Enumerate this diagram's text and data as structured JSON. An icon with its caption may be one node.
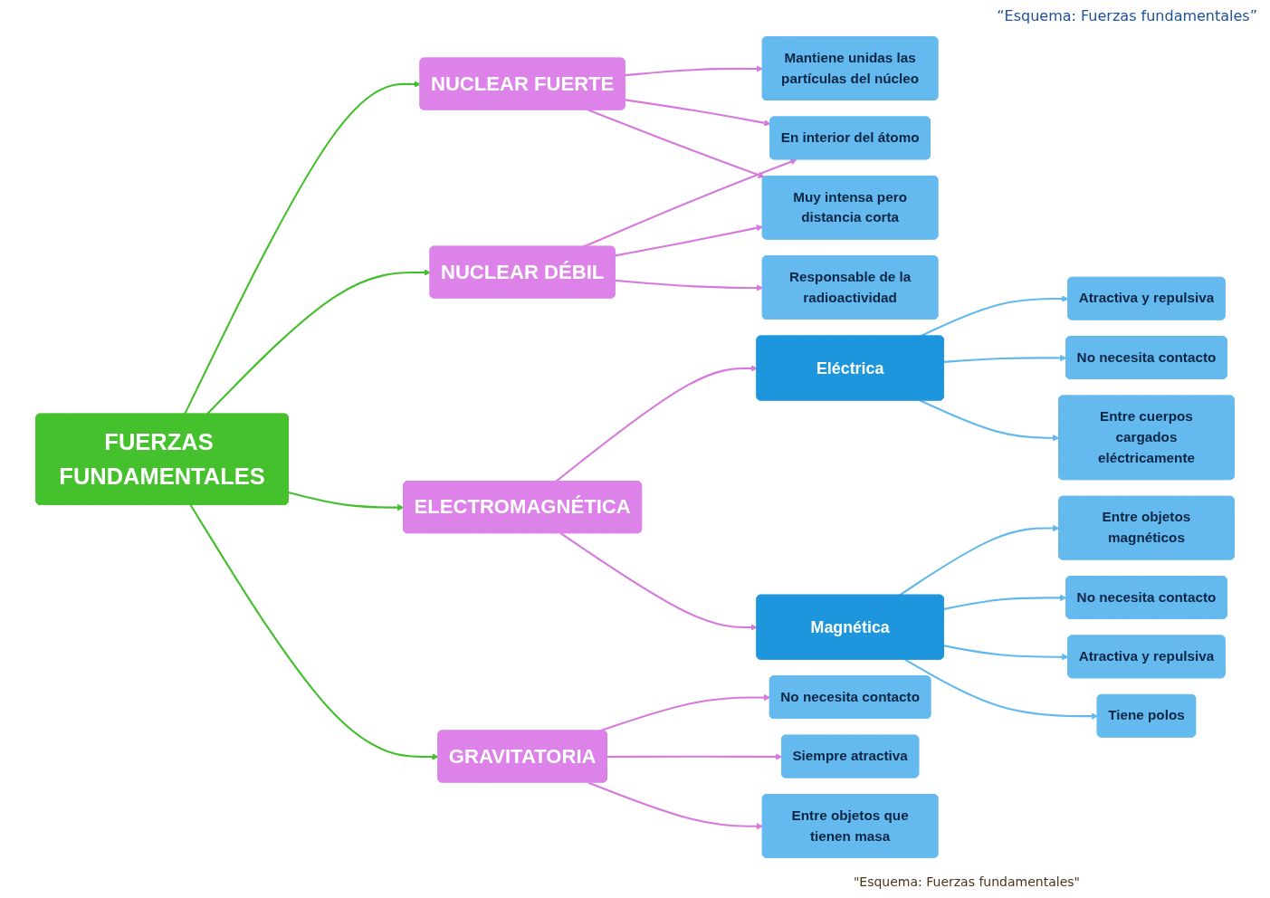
{
  "diagram": {
    "title": "“Esquema: Fuerzas fundamentales”",
    "caption": "\"Esquema: Fuerzas fundamentales\"",
    "nodes": [
      {
        "text": [
          "Mantiene unidas las partículas del núcleo"
        ]
      },
      {
        "text": [
          "En interior del átomo"
        ]
      },
      {
        "text": [
          "Responsable de la radioactividad"
        ]
      },
      {
        "text": [
          "Muy intensa pero distancia corta"
        ]
      },
      {
        "text": [
          "NUCLEAR FUERTE"
        ]
      },
      {
        "text": [
          "NUCLEAR DÉBIL"
        ]
      },
      {
        "text": [
          "FUERZAS FUNDAMENTALES"
        ]
      },
      {
        "text": [
          "ELECTROMAGNÉTICA"
        ]
      },
      {
        "text": [
          "GRAVITATORIA"
        ]
      },
      {
        "text": [
          "Eléctrica"
        ]
      },
      {
        "text": [
          "Magnética"
        ]
      },
      {
        "text": [
          "No necesita contacto"
        ]
      },
      {
        "text": [
          "Siempre atractiva"
        ]
      },
      {
        "text": [
          "Atractiva y repulsiva"
        ]
      },
      {
        "text": [
          "No necesita contacto"
        ]
      },
      {
        "text": [
          "Entre objetos magnéticos"
        ]
      },
      {
        "text": [
          "No necesita contacto"
        ]
      },
      {
        "text": [
          "Entre objetos que tienen masa"
        ]
      },
      {
        "text": [
          "Entre cuerpos cargados eléctricamente"
        ]
      },
      {
        "text": [
          "Atractiva y repulsiva"
        ]
      },
      {
        "text": [
          "Tiene polos"
        ]
      }
    ],
    "edges": [
      {
        "from": 6,
        "to": 4,
        "arrow": "to",
        "color": "#43bf2d"
      },
      {
        "from": 6,
        "to": 5,
        "arrow": "to",
        "color": "#43bf2d"
      },
      {
        "from": 6,
        "to": 7,
        "arrow": "to",
        "color": "#43bf2d"
      },
      {
        "from": 6,
        "to": 8,
        "arrow": "to",
        "color": "#43bf2d"
      },
      {
        "from": 4,
        "to": 0,
        "arrow": "to"
      },
      {
        "from": 4,
        "to": 1,
        "arrow": "to"
      },
      {
        "from": 4,
        "to": 3,
        "arrow": "to"
      },
      {
        "from": 5,
        "to": 1,
        "arrow": "to"
      },
      {
        "from": 5,
        "to": 3,
        "arrow": "to"
      },
      {
        "from": 5,
        "to": 2,
        "arrow": "to"
      },
      {
        "from": 7,
        "to": 9,
        "arrow": "to"
      },
      {
        "from": 7,
        "to": 10,
        "arrow": "to"
      },
      {
        "from": 8,
        "to": 11,
        "arrow": "to"
      },
      {
        "from": 8,
        "to": 12,
        "arrow": "to"
      },
      {
        "from": 8,
        "to": 17,
        "arrow": "to"
      },
      {
        "from": 9,
        "to": 13,
        "arrow": "to",
        "color": "#62b8ec"
      },
      {
        "from": 9,
        "to": 14,
        "arrow": "to",
        "color": "#62b8ec"
      },
      {
        "from": 9,
        "to": 18,
        "arrow": "to",
        "color": "#62b8ec"
      },
      {
        "from": 10,
        "to": 15,
        "arrow": "to",
        "color": "#62b8ec"
      },
      {
        "from": 10,
        "to": 16,
        "arrow": "to",
        "color": "#62b8ec"
      },
      {
        "from": 10,
        "to": 19,
        "arrow": "to",
        "color": "#62b8ec"
      },
      {
        "from": 10,
        "to": 20,
        "arrow": "to",
        "color": "#62b8ec"
      }
    ]
  }
}
